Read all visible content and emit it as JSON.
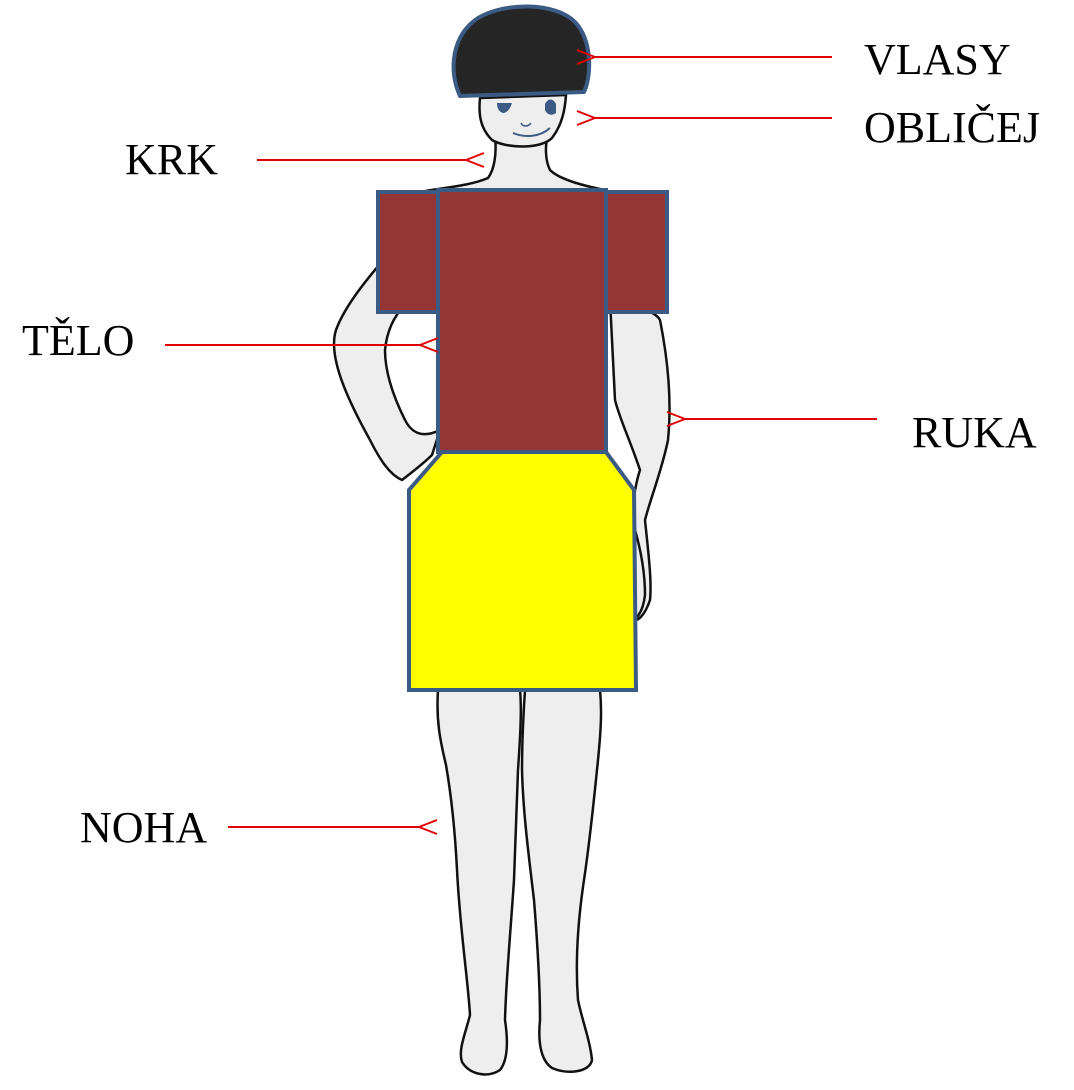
{
  "labels": {
    "hair": "VLASY",
    "face": "OBLIČEJ",
    "neck": "KRK",
    "body": "TĚLO",
    "arm": "RUKA",
    "leg": "NOHA"
  },
  "colors": {
    "skin": "#eeeeee",
    "hair": "#252525",
    "shirt": "#943634",
    "skirt": "#ffff00",
    "outline_blue": "#3b5b85",
    "body_outline": "#111111",
    "arrow": "#e00000"
  }
}
